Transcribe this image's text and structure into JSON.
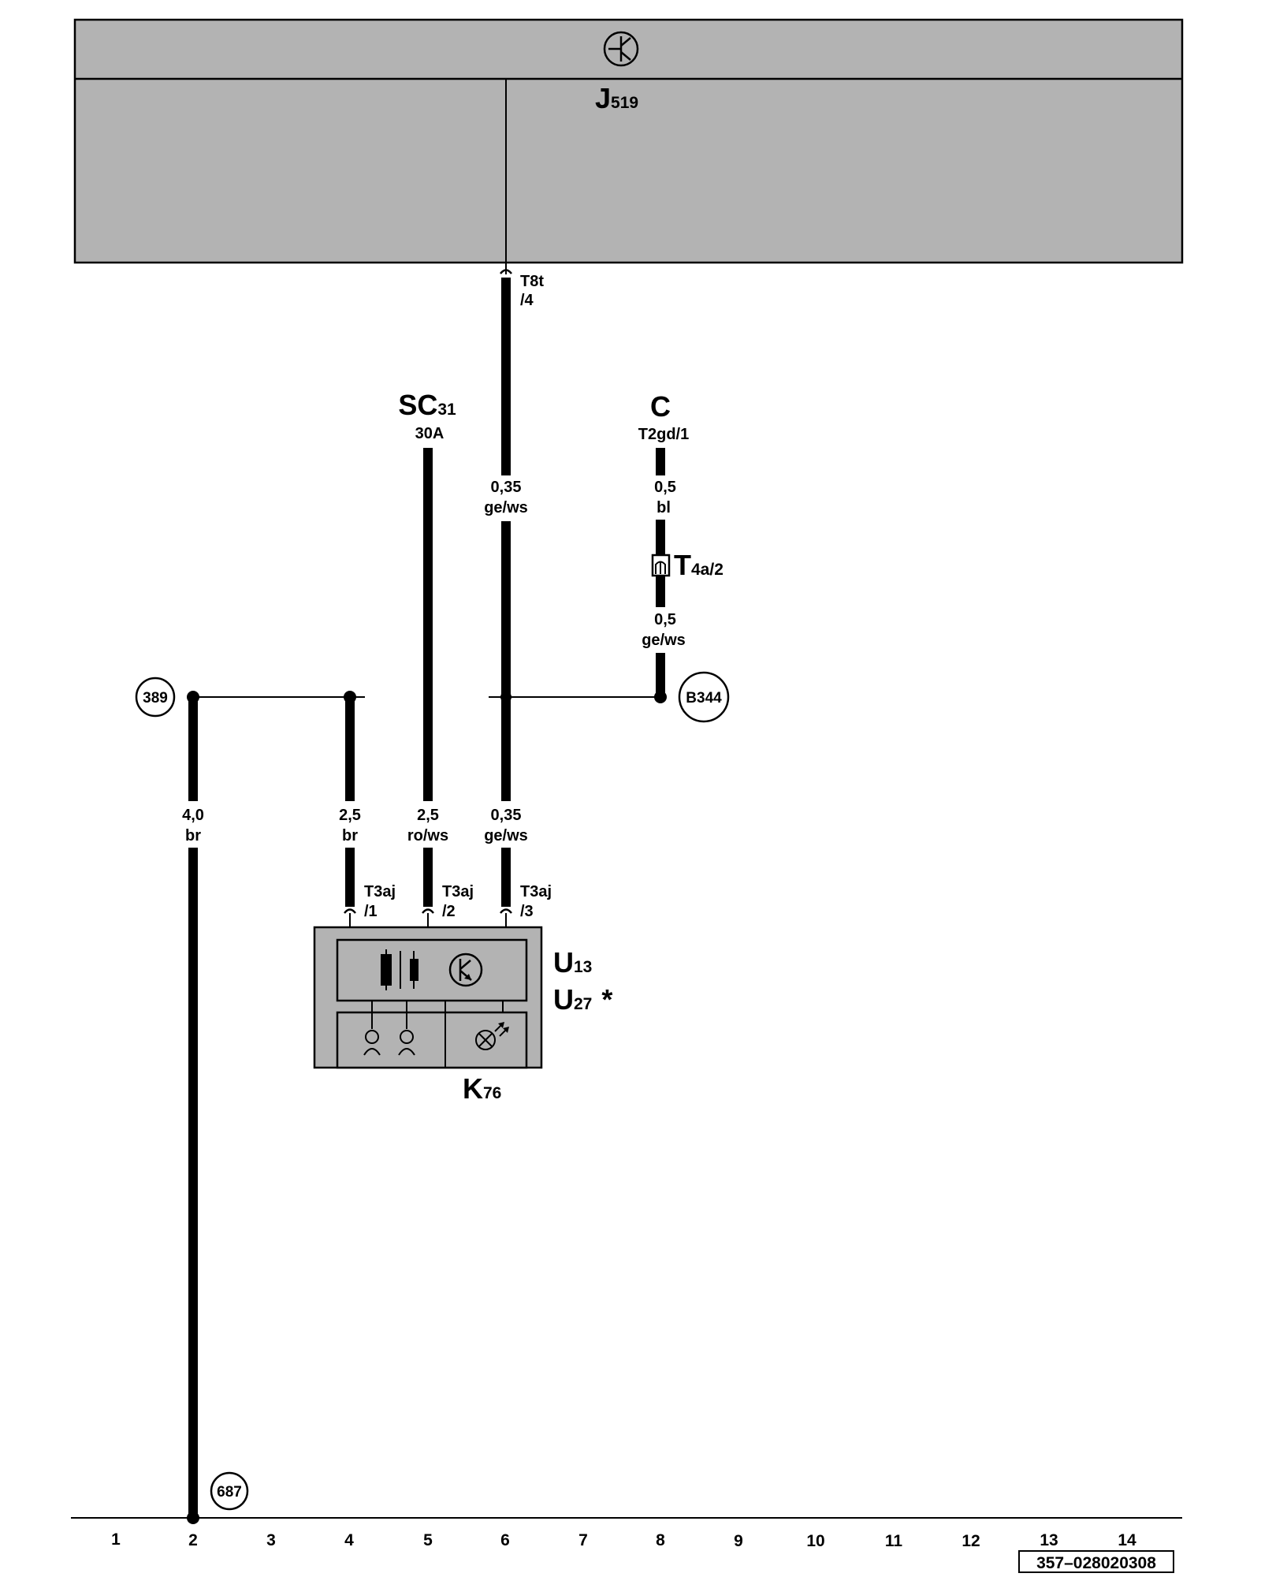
{
  "control_unit": {
    "name": "J",
    "index": "519"
  },
  "connectors": {
    "t8t_4": {
      "a": "T8t",
      "b": "/4"
    },
    "t3aj_1": {
      "a": "T3aj",
      "b": "/1"
    },
    "t3aj_2": {
      "a": "T3aj",
      "b": "/2"
    },
    "t3aj_3": {
      "a": "T3aj",
      "b": "/3"
    },
    "t4a_2": {
      "main": "T",
      "sub": "4a/2"
    }
  },
  "fuse": {
    "main": "SC",
    "sub": "31",
    "rating": "30A"
  },
  "source_c": {
    "main": "C",
    "sub": "T2gd/1"
  },
  "wires": {
    "col6_upper": {
      "size": "0,35",
      "color": "ge/ws"
    },
    "c_upper": {
      "size": "0,5",
      "color": "bl"
    },
    "c_lower": {
      "size": "0,5",
      "color": "ge/ws"
    },
    "col2": {
      "size": "4,0",
      "color": "br"
    },
    "col4": {
      "size": "2,5",
      "color": "br"
    },
    "col5": {
      "size": "2,5",
      "color": "ro/ws"
    },
    "col6_lower": {
      "size": "0,35",
      "color": "ge/ws"
    }
  },
  "nodes": {
    "n389": "389",
    "b344": "B344",
    "n687": "687"
  },
  "units": {
    "u13": {
      "main": "U",
      "sub": "13"
    },
    "u27": {
      "main": "U",
      "sub": "27",
      "mark": "*"
    },
    "k76": {
      "main": "K",
      "sub": "76"
    }
  },
  "columns": [
    "1",
    "2",
    "3",
    "4",
    "5",
    "6",
    "7",
    "8",
    "9",
    "10",
    "11",
    "12",
    "13",
    "14"
  ],
  "doc_code": "357–028020308",
  "colors": {
    "housing": "#b3b3b3",
    "wire": "#000000",
    "background": "#ffffff"
  }
}
